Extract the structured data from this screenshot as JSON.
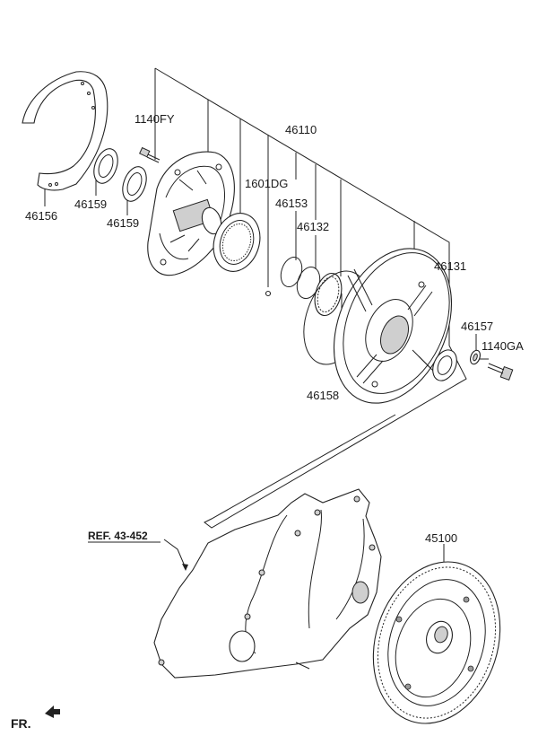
{
  "labels": {
    "p1140fy": "1140FY",
    "p46110": "46110",
    "p1601dg": "1601DG",
    "p46153": "46153",
    "p46132": "46132",
    "p46131": "46131",
    "p46157": "46157",
    "p1140ga": "1140GA",
    "p46158": "46158",
    "p46156": "46156",
    "p46159a": "46159",
    "p46159b": "46159",
    "p45100": "45100"
  },
  "reference": "REF. 43-452",
  "direction": "FR."
}
